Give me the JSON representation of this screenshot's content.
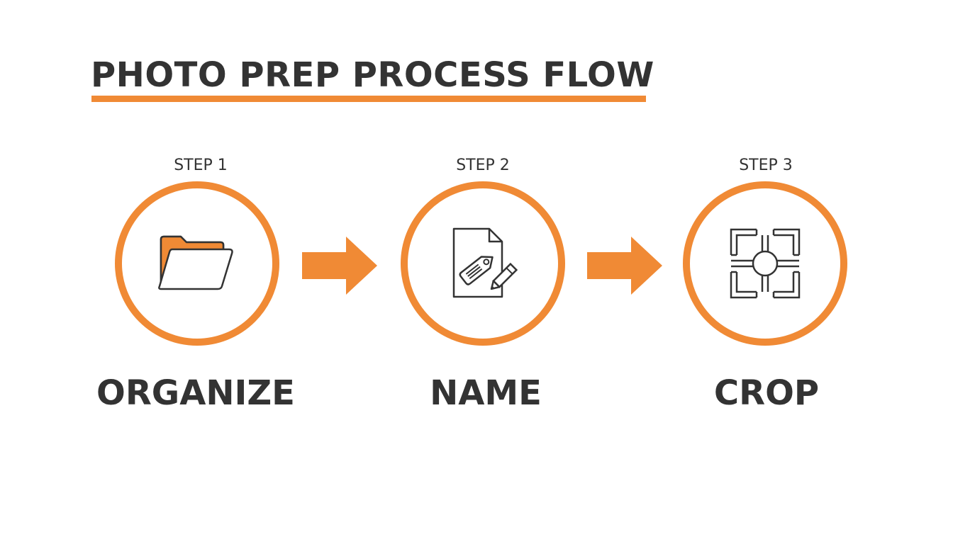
{
  "title": "PHOTO PREP PROCESS FLOW",
  "colors": {
    "accent": "#F08A35",
    "text": "#333333",
    "background": "#FFFFFF"
  },
  "steps": [
    {
      "label": "STEP 1",
      "name": "ORGANIZE",
      "icon": "folder-icon"
    },
    {
      "label": "STEP 2",
      "name": "NAME",
      "icon": "document-tag-pencil-icon"
    },
    {
      "label": "STEP 3",
      "name": "CROP",
      "icon": "crop-frame-icon"
    }
  ],
  "connectors": [
    {
      "icon": "arrow-right-icon"
    },
    {
      "icon": "arrow-right-icon"
    }
  ]
}
